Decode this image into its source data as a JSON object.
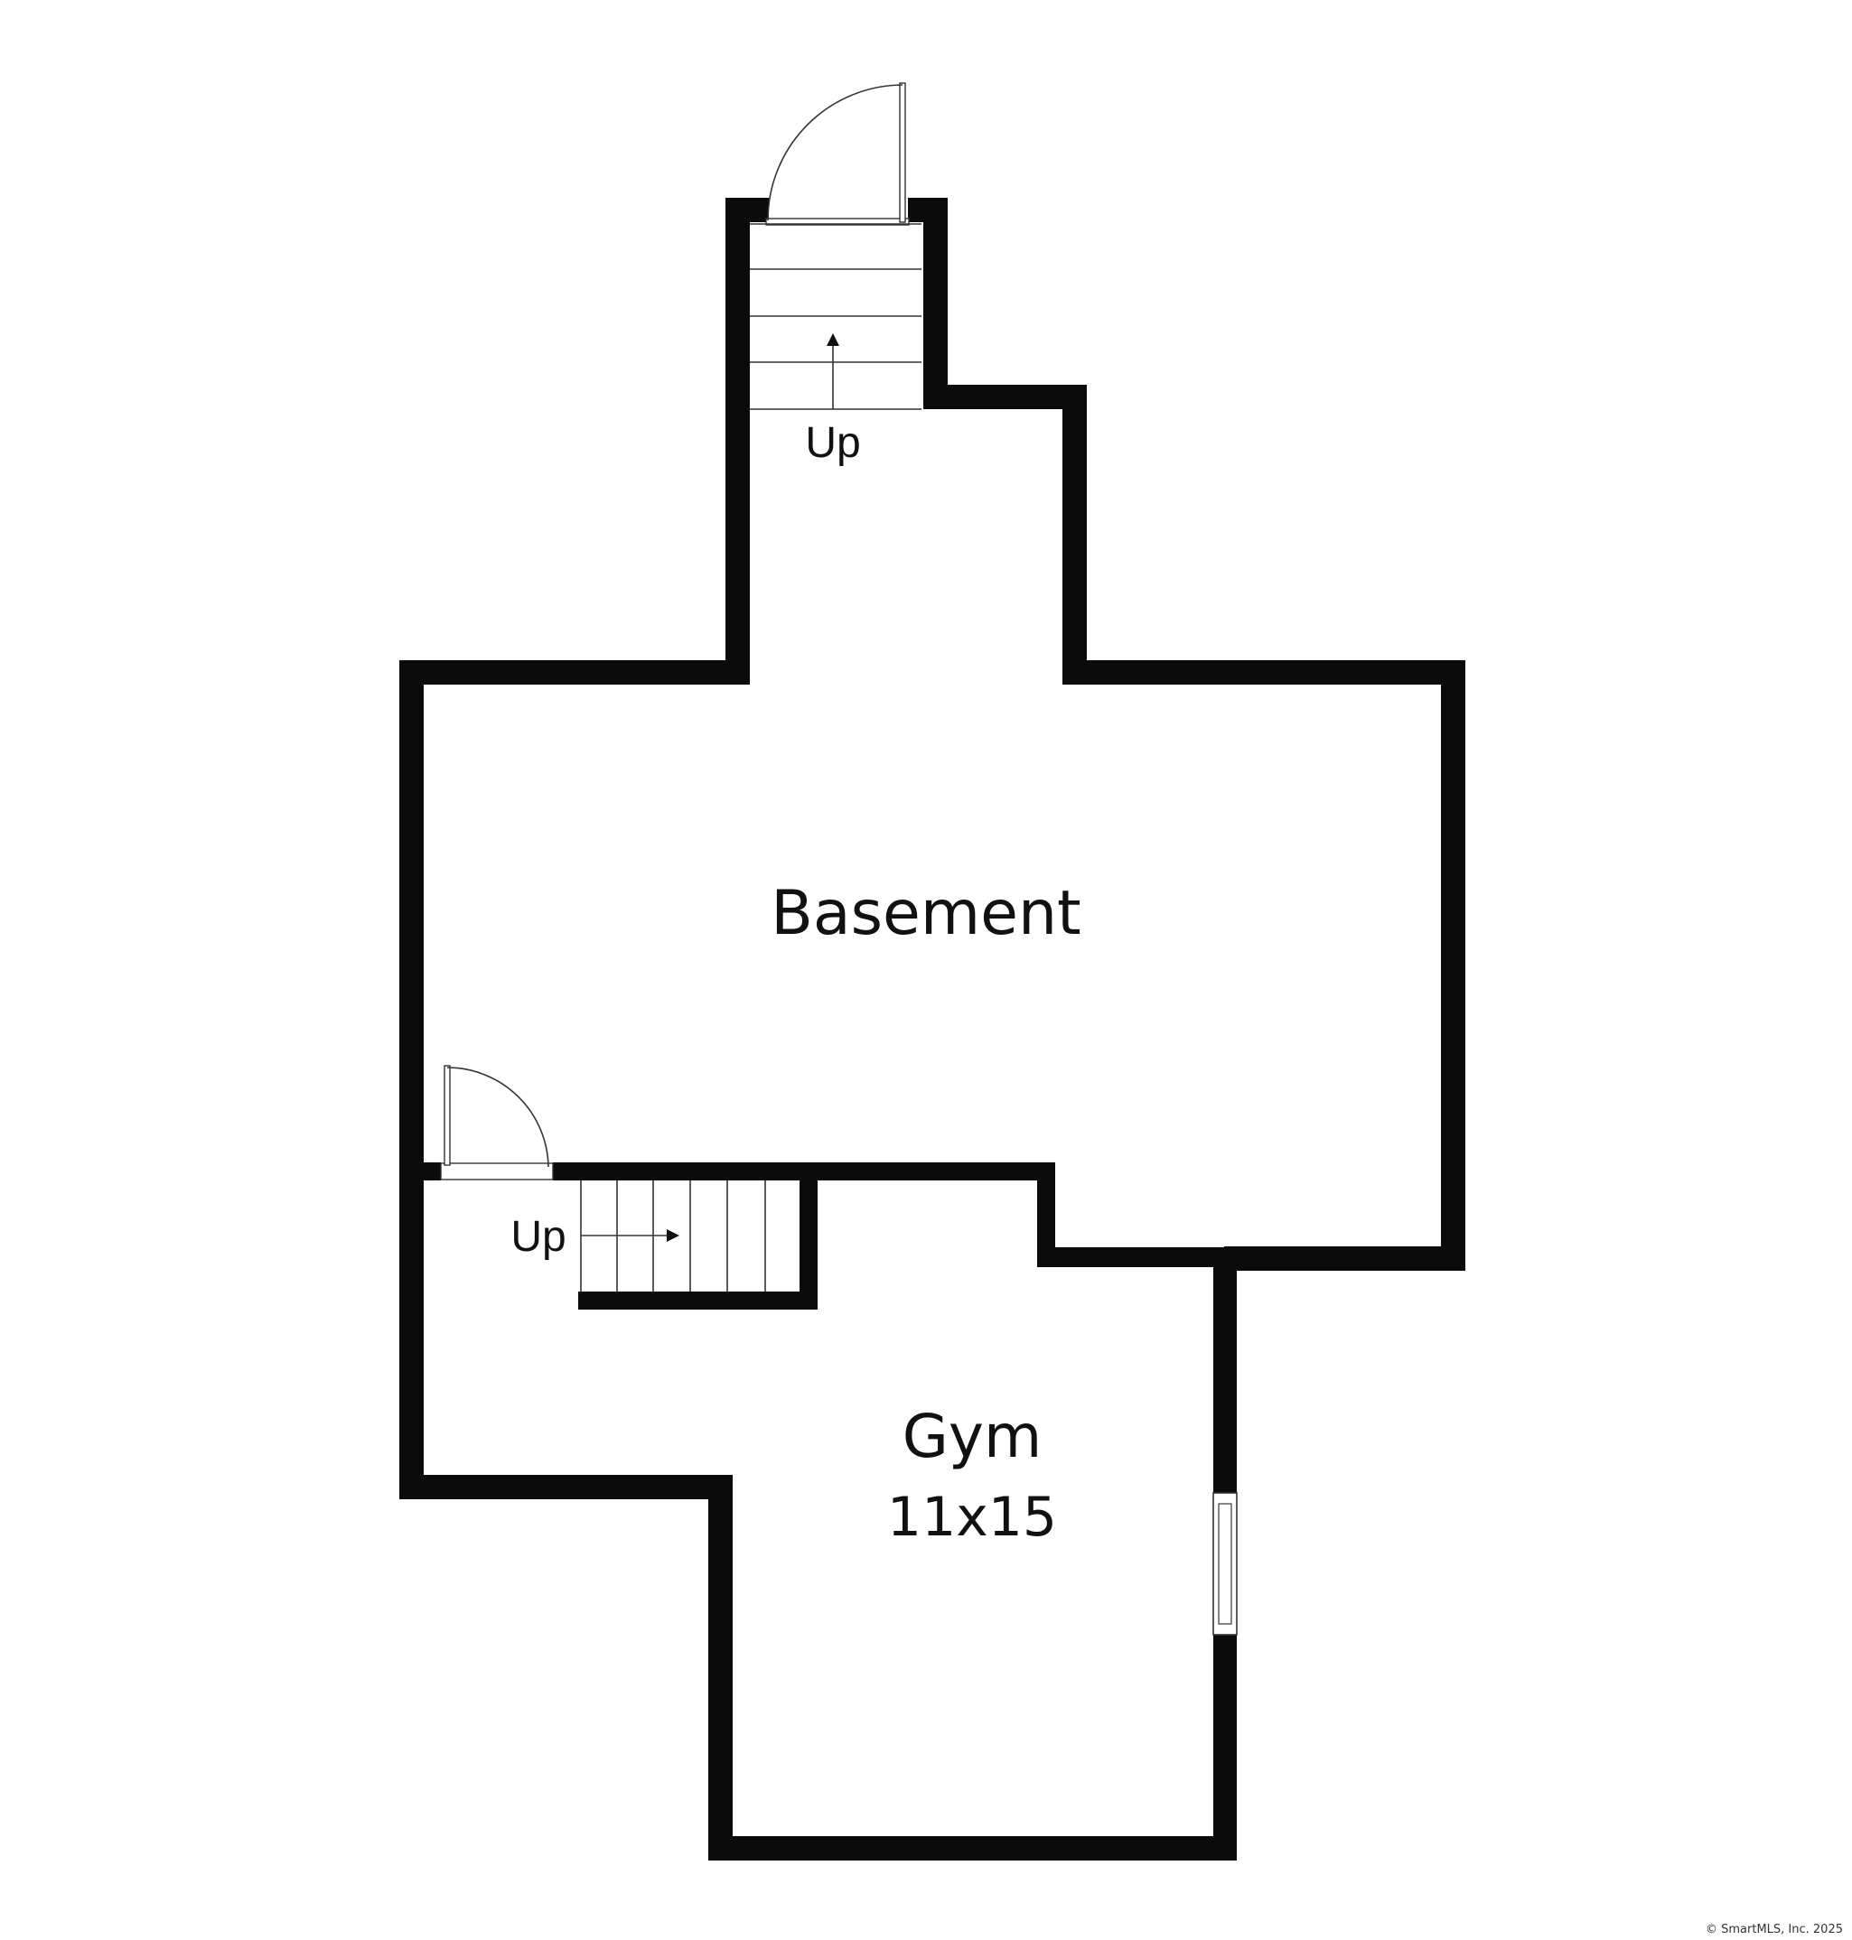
{
  "rooms": [
    {
      "name": "Basement"
    },
    {
      "name": "Gym",
      "dimensions": "11x15"
    }
  ],
  "stairs": [
    {
      "label": "Up"
    },
    {
      "label": "Up"
    }
  ],
  "credit": "© SmartMLS, Inc. 2025",
  "colors": {
    "wall": "#0b0b0b",
    "background": "#ffffff"
  }
}
